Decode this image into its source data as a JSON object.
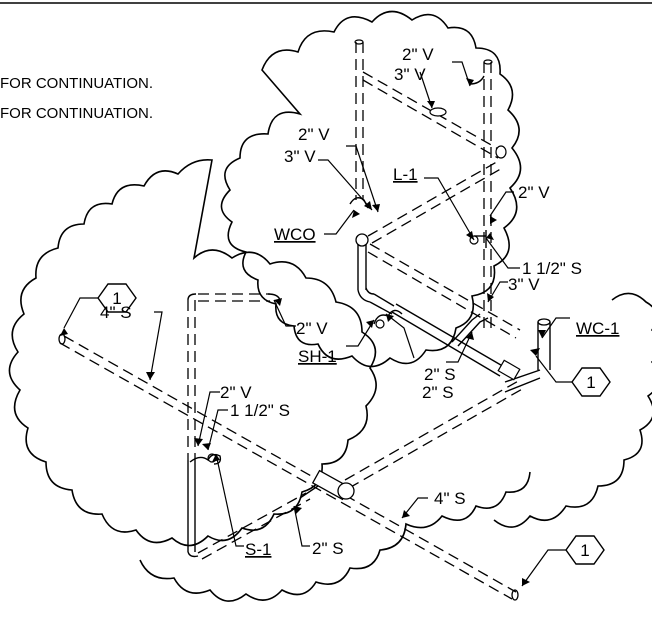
{
  "notes": {
    "line1": "FOR CONTINUATION.",
    "line2": "FOR CONTINUATION."
  },
  "tags": {
    "top": "1",
    "right": "1",
    "bottom": "1"
  },
  "fixtures": {
    "wco": "WCO",
    "l1": "L-1",
    "sh1": "SH-1",
    "wc1": "WC-1",
    "s1": "S-1"
  },
  "pipe_labels": {
    "v2_top": "2\" V",
    "v3_top": "3\" V",
    "v2_mid": "2\" V",
    "v3_mid": "3\" V",
    "v2_l1": "2\" V",
    "s112_l1": "1 1/2\" S",
    "v3_right": "3\" V",
    "v2_shower": "2\" V",
    "s4_left": "4\" S",
    "s2_a": "2\" S",
    "s2_b": "2\" S",
    "v2_sink": "2\" V",
    "s112_sink": "1 1/2\" S",
    "s4_bottom": "4\" S",
    "s2_bottom": "2\" S"
  }
}
